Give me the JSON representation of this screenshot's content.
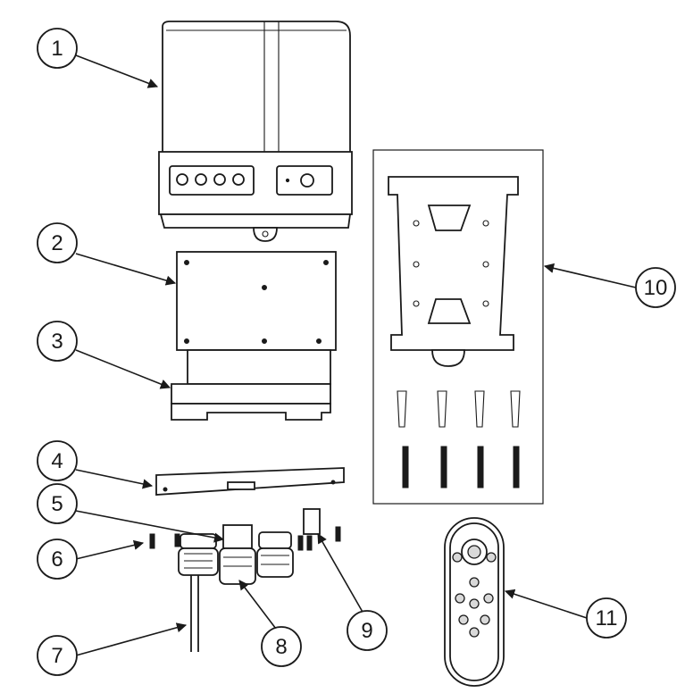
{
  "diagram": {
    "callouts": [
      "1",
      "2",
      "3",
      "4",
      "5",
      "6",
      "7",
      "8",
      "9",
      "10",
      "11"
    ],
    "colors": {
      "line": "#1a1a1a",
      "background": "#ffffff",
      "fill": "#d9d9d9"
    }
  }
}
